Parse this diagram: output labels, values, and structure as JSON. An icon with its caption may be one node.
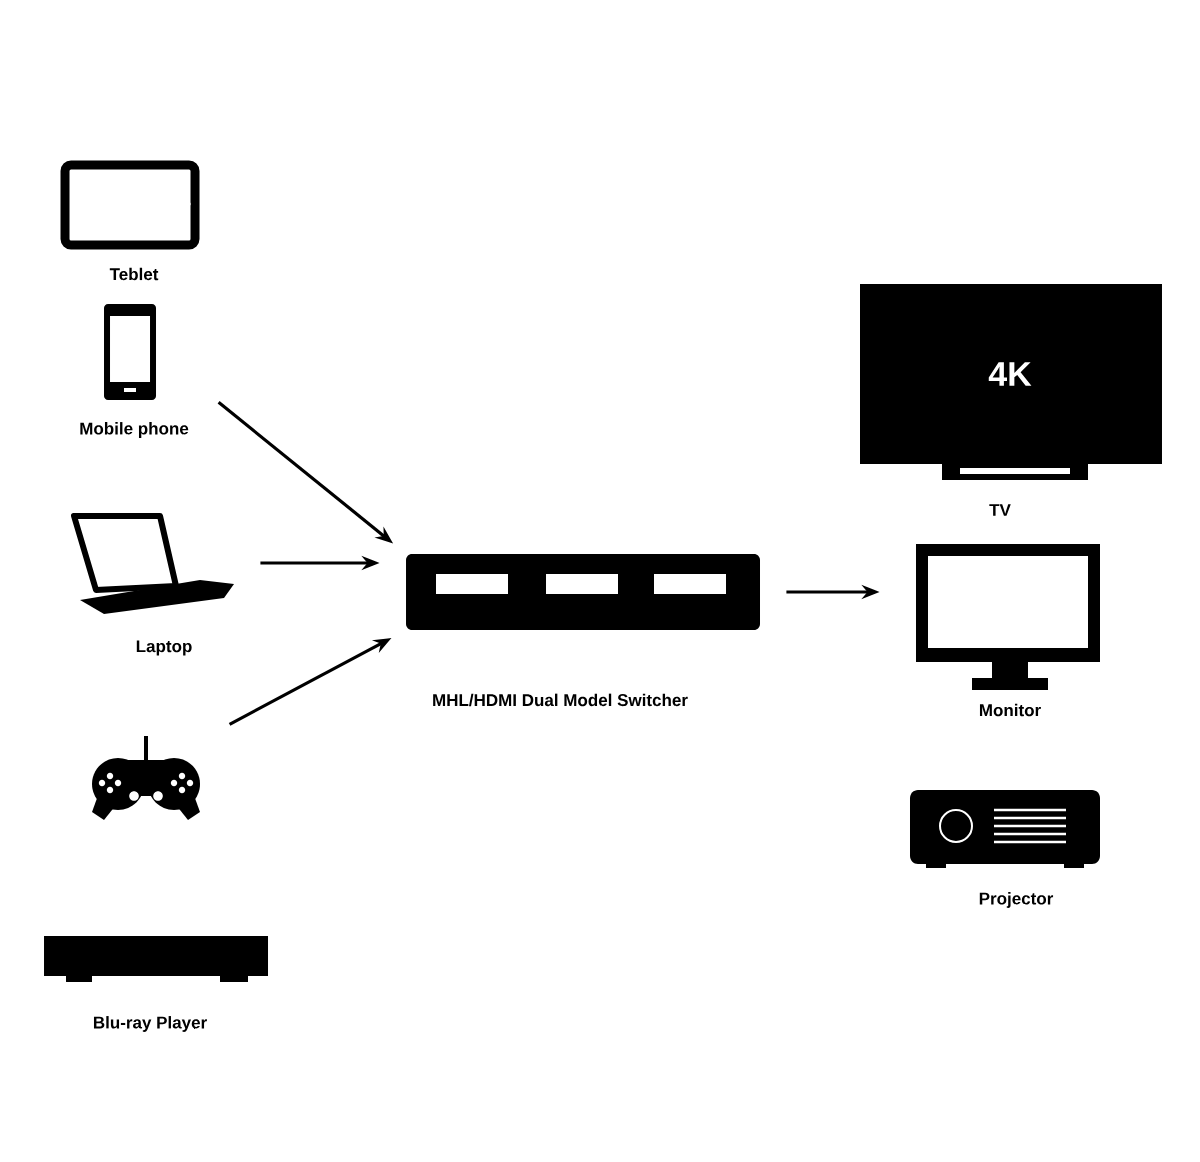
{
  "diagram": {
    "nodes": [
      {
        "text": [
          "Teblet"
        ]
      },
      {
        "text": [
          "Mobile phone"
        ]
      },
      {
        "text": [
          "Laptop"
        ]
      },
      {
        "text": [],
        "shape": "gamepad"
      },
      {
        "text": [
          "Blu-ray Player"
        ]
      },
      {
        "text": [
          "MHL/HDMI Dual Model Switcher"
        ]
      },
      {
        "text": [
          "4K",
          "TV"
        ]
      },
      {
        "text": [
          "Monitor"
        ]
      },
      {
        "text": [
          "Projector"
        ]
      }
    ],
    "edges": [
      {
        "from": 1,
        "to": 5,
        "arrow": "to"
      },
      {
        "from": 2,
        "to": 5,
        "arrow": "to"
      },
      {
        "from": 3,
        "to": 5,
        "arrow": "to"
      },
      {
        "from": 5,
        "to": 7,
        "arrow": "to"
      }
    ]
  }
}
